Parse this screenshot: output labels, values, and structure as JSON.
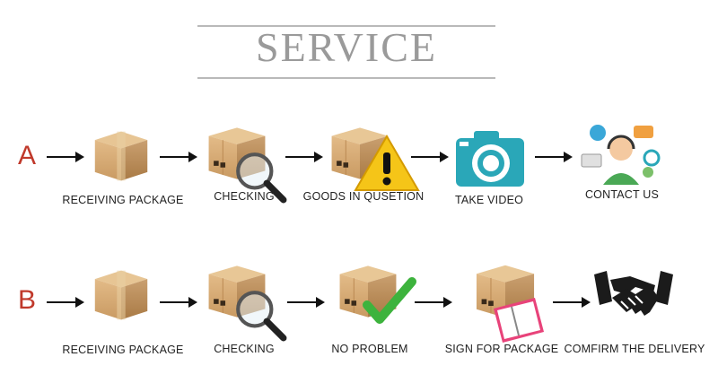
{
  "title": "SERVICE",
  "rows": [
    {
      "letter": "A",
      "steps": [
        {
          "label": "RECEIVING PACKAGE",
          "icon": "box-icon"
        },
        {
          "label": "CHECKING",
          "icon": "box-magnifier-icon"
        },
        {
          "label": "GOODS IN QUSETION",
          "icon": "box-warning-icon"
        },
        {
          "label": "TAKE VIDEO",
          "icon": "camera-icon"
        },
        {
          "label": "CONTACT US",
          "icon": "customer-service-icon"
        }
      ]
    },
    {
      "letter": "B",
      "steps": [
        {
          "label": "RECEIVING PACKAGE",
          "icon": "box-icon"
        },
        {
          "label": "CHECKING",
          "icon": "box-magnifier-icon"
        },
        {
          "label": "NO PROBLEM",
          "icon": "box-checkmark-icon"
        },
        {
          "label": "SIGN FOR PACKAGE",
          "icon": "box-notebook-icon"
        },
        {
          "label": "COMFIRM THE DELIVERY",
          "icon": "handshake-icon"
        }
      ]
    }
  ],
  "colors": {
    "letter": "#c0392b",
    "box": "#d9ad78",
    "camera": "#2aa7b8",
    "warning": "#f5c518",
    "check": "#3db33d",
    "notebook": "#e8437a"
  }
}
